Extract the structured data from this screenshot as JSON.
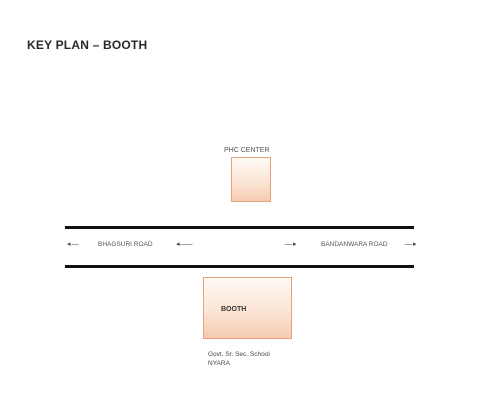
{
  "title": "KEY PLAN – BOOTH",
  "buildings": {
    "phc": {
      "label": "PHC CENTER"
    },
    "booth": {
      "label": "BOOTH"
    }
  },
  "roads": {
    "left_label": "BHAGSURI ROAD",
    "right_label": "BANDANWARA ROAD"
  },
  "arrows": {
    "far_left": "◂ —",
    "mid_left": "◂——",
    "mid_right": "— ▸",
    "far_right": "— ▸"
  },
  "school": {
    "line1": "Govt. Sr. Sec. School",
    "line2": "NYARA"
  }
}
